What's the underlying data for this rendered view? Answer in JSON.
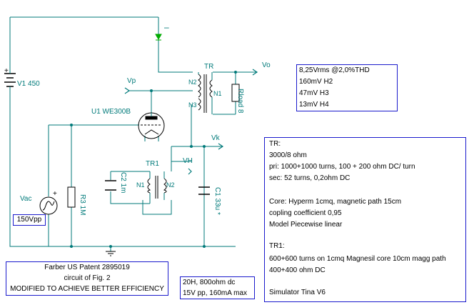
{
  "components": {
    "v1": "V1 450",
    "tube": "U1 WE300B",
    "r3": "R3 1M",
    "vac": "Vac",
    "vac_value": "150Vpp",
    "c2": "C2 1m",
    "tr1": "TR1",
    "tr1_n1": "N1",
    "tr1_n2": "N2",
    "c1": "C1 33u *",
    "tr": "TR",
    "tr_n1": "N1",
    "tr_n2": "N2",
    "tr_n3": "N3",
    "rload": "Rload 8"
  },
  "nodes": {
    "vp": "Vp",
    "vo": "Vo",
    "vk": "Vk",
    "vh": "VH"
  },
  "polarity": {
    "minus": "–",
    "plus": "+"
  },
  "results": [
    "8,25Vrms @2,0%THD",
    "160mV H2",
    "47mV H3",
    "13mV H4"
  ],
  "notes": [
    "TR:",
    "3000/8 ohm",
    "pri:  1000+1000 turns, 100 + 200 ohm DC/ turn",
    "sec: 52 turns, 0,2ohm DC",
    "",
    "Core: Hyperm 1cmq, magnetic path 15cm",
    "copling coefficient 0,95",
    "Model Piecewise linear",
    "",
    "TR1:",
    "600+600 turns on 1cmq Magnesil core 10cm magg path",
    "400+400 ohm DC",
    "",
    "Simulator Tina V6"
  ],
  "patent": [
    "Farber US Patent 2895019",
    "circuit of Fig. 2",
    "MODIFIED TO ACHIEVE BETTER EFFICIENCY"
  ],
  "choke": [
    "20H, 800ohm dc",
    "15V pp, 160mA max"
  ],
  "colors": {
    "wire": "#007a7a",
    "text_blue": "#1a1aaa",
    "box_border": "#1a1acc",
    "component": "#000000",
    "diode": "#00aa00"
  }
}
